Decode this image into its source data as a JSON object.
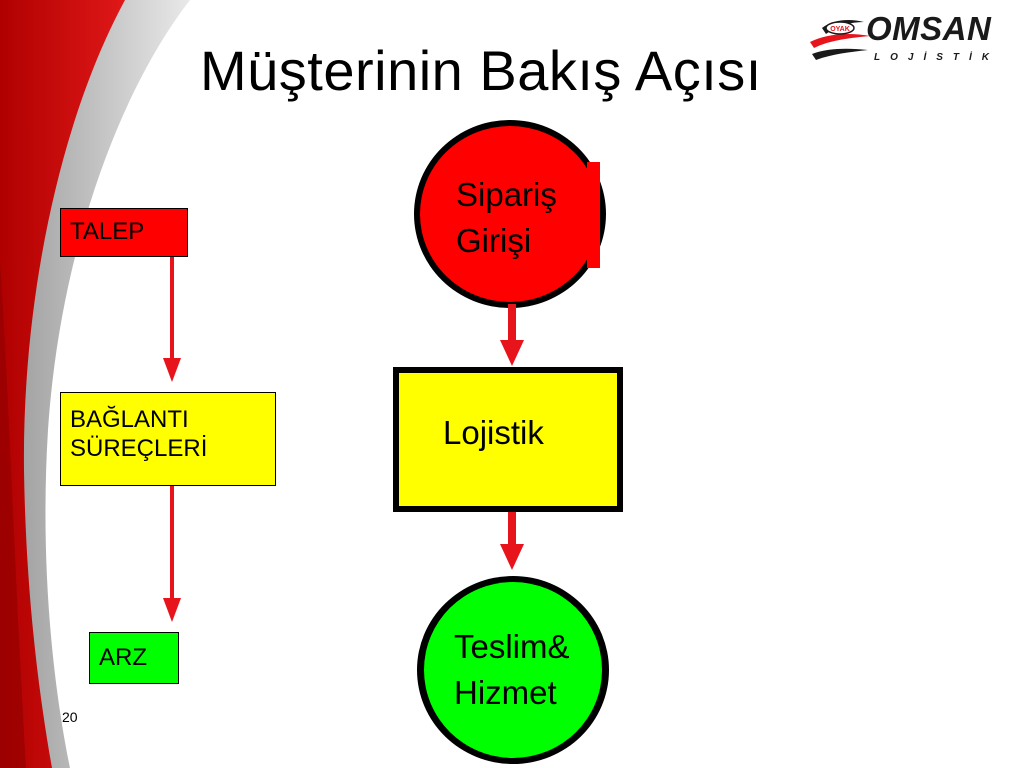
{
  "slide": {
    "title": "Müşterinin Bakış Açısı",
    "page_number": "20"
  },
  "logo": {
    "badge": "OYAK",
    "name": "OMSAN",
    "subtitle": "LOJİSTİK"
  },
  "left_flow": {
    "demand": "TALEP",
    "connection_line1": "BAĞLANTI",
    "connection_line2": "SÜREÇLERİ",
    "supply": "ARZ"
  },
  "right_flow": {
    "order_line1": "Sipariş",
    "order_line2": "Girişi",
    "logistics": "Lojistik",
    "delivery_line1": "Teslim&",
    "delivery_line2": "Hizmet"
  },
  "colors": {
    "red": "#ff0000",
    "yellow": "#ffff00",
    "green": "#00ff00",
    "arrow": "#e8141c",
    "background_red": "#cc0a0a",
    "background_gray": "#b2b2b2"
  }
}
